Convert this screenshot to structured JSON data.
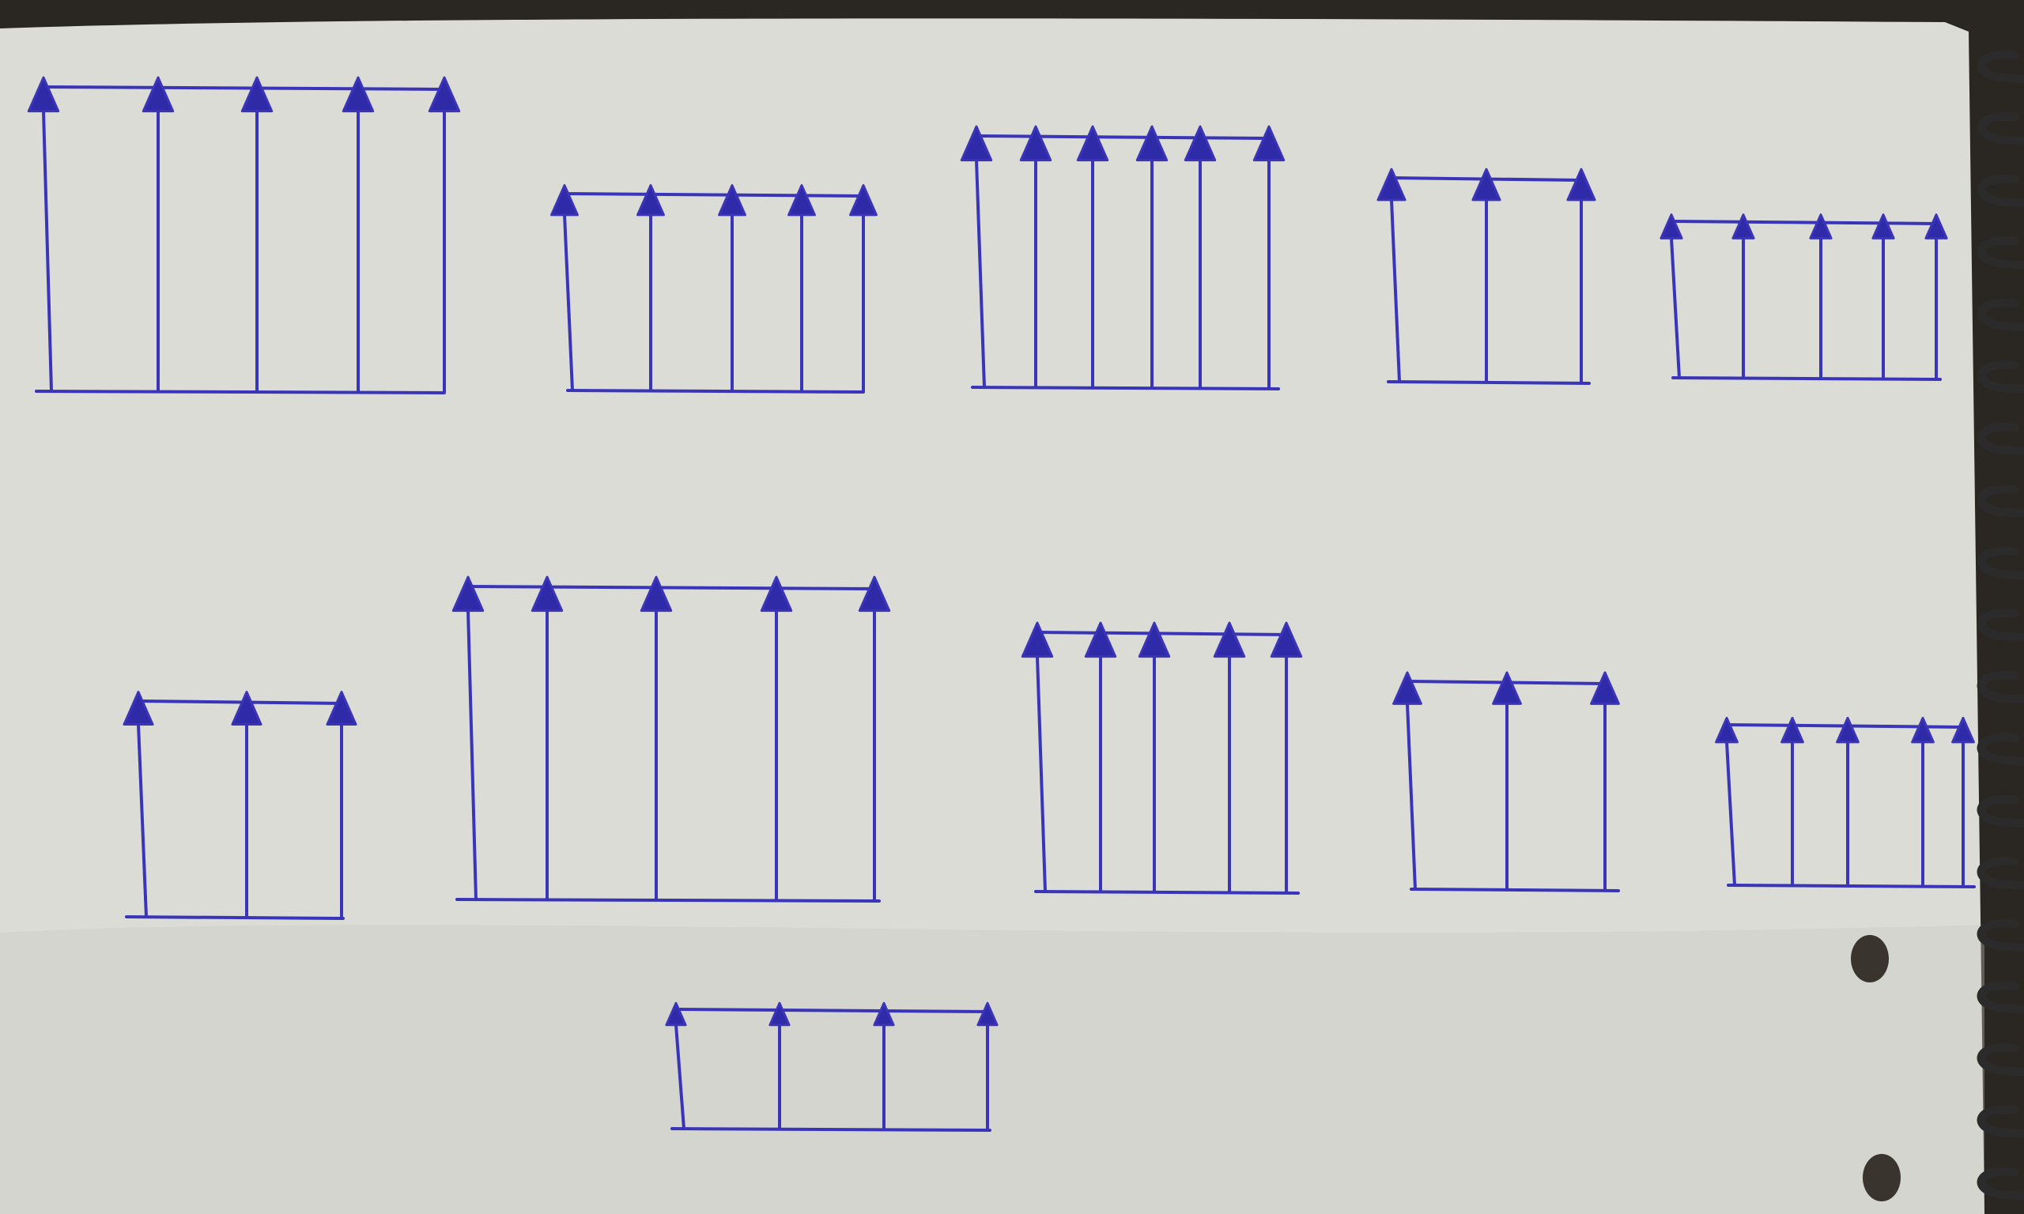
{
  "colors": {
    "paper": "#dcdcd6",
    "paper_shade": "#c9c9c2",
    "ink": "#3a35b8",
    "ink_fill": "#2e2aa8",
    "spiral": "#2b2b2b",
    "hole": "#3a342e",
    "background": "#2a2622"
  },
  "diagrams": [
    {
      "name": "diagram-1",
      "arrow_count": 5
    },
    {
      "name": "diagram-2",
      "arrow_count": 5
    },
    {
      "name": "diagram-3",
      "arrow_count": 6
    },
    {
      "name": "diagram-4",
      "arrow_count": 3
    },
    {
      "name": "diagram-5",
      "arrow_count": 5
    },
    {
      "name": "diagram-6",
      "arrow_count": 3
    },
    {
      "name": "diagram-7",
      "arrow_count": 5
    },
    {
      "name": "diagram-8",
      "arrow_count": 5
    },
    {
      "name": "diagram-9",
      "arrow_count": 3
    },
    {
      "name": "diagram-10",
      "arrow_count": 5
    },
    {
      "name": "diagram-11",
      "arrow_count": 4
    }
  ],
  "spiral_binding": {
    "coil_count": 20
  },
  "punch_holes": {
    "count": 2
  }
}
